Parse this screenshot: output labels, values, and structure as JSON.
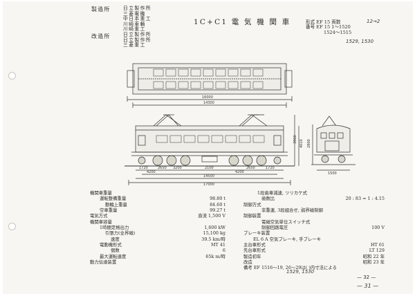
{
  "header": {
    "manufacturer_label": "製造所",
    "manufacturers": [
      "日立製作所",
      "三菱電機",
      "中日本重工",
      "川崎車輌",
      "川崎重工"
    ],
    "modifier_label": "改造所",
    "modifiers": [
      "日立製作所",
      "日立製作所",
      "三菱重工"
    ],
    "title": "1C+C1 電 気 機 関 車",
    "form_lines": [
      "形式 EF 15 両数",
      "番号 EF 15 1～1520",
      "1524～1515"
    ],
    "handwritten_count": "12→2",
    "handwritten_range": "1529, 1530"
  },
  "left": {
    "rows": [
      {
        "label": "機関車重量",
        "value": ""
      },
      {
        "label": "運転整備重量",
        "value": "98.80 t"
      },
      {
        "label": "動輪上重量",
        "value": "84.60 t"
      },
      {
        "label": "空車重量",
        "value": "99.27 t"
      },
      {
        "label": "電気方式",
        "value": "直流 1,500 V"
      },
      {
        "label": "機関車容量",
        "value": ""
      },
      {
        "label": "1時間定格出力",
        "value": "1,600 kW"
      },
      {
        "label": "引張力(全界磁)",
        "value": "15,100 kg"
      },
      {
        "label": "速度",
        "value": "39.5 km/時"
      },
      {
        "label": "電動機形式",
        "value": "MT 41"
      },
      {
        "label": "個数",
        "value": "6"
      },
      {
        "label": "最大運転速度",
        "value": "65k m/時"
      },
      {
        "label": "動力伝達装置",
        "value": ""
      }
    ]
  },
  "right": {
    "rows": [
      {
        "label": "1段歯車減速, ツリカケ式",
        "value": ""
      },
      {
        "label": "歯数比",
        "value": "20 : 83 = 1 : 4.15"
      },
      {
        "label": "制御方式",
        "value": ""
      },
      {
        "label": "非重連, 3段組合せ, 弱界磁制御",
        "value": ""
      },
      {
        "label": "制御装置",
        "value": ""
      },
      {
        "label": "電磁空気単位スイッチ式",
        "value": ""
      },
      {
        "label": "制御回路電圧",
        "value": "100 V"
      },
      {
        "label": "ブレーキ装置",
        "value": ""
      },
      {
        "label": "EL 6 A 空気ブレーキ, 手ブレーキ",
        "value": ""
      },
      {
        "label": "主台車形式",
        "value": "HT 61"
      },
      {
        "label": "先台車形式",
        "value": "LT 129"
      },
      {
        "label": "製造初年",
        "value": "昭和 22 年"
      },
      {
        "label": "改造",
        "value": "昭和 23 年"
      },
      {
        "label": "備考 EF 1516～19, 26～29は( )内寸法による",
        "value": ""
      }
    ],
    "handwritten_note": "1529, 1530"
  },
  "page": {
    "number": "— 32 —",
    "handwritten_number": "— 31 —"
  },
  "drawing": {
    "plan_dims": [
      "16000",
      "14300"
    ],
    "elev_dims": [
      "1720",
      "2650",
      "3200",
      "4200",
      "2100",
      "4200",
      "2650",
      "1720",
      "14500",
      "17000"
    ],
    "height_dims": [
      "3960",
      "4010"
    ],
    "end_dims": [
      "2800",
      "1500"
    ]
  }
}
